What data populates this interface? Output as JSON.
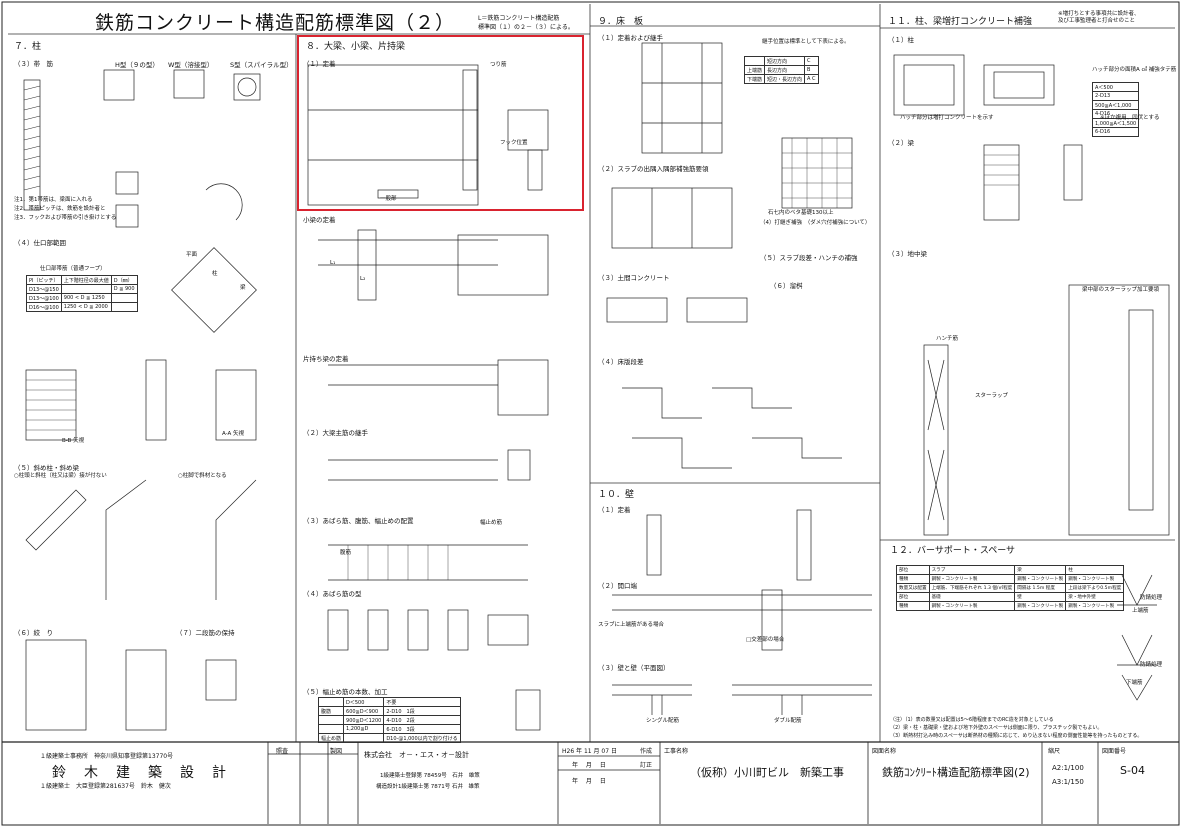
{
  "title": "鉄筋コンクリート構造配筋標準図（２）",
  "title_note": [
    "L＝鉄筋コンクリート構造配筋",
    "標準図（１）の２－（３）による。"
  ],
  "top_right_note": [
    "※増打ちとする事項共に設計者、",
    "及び工事監理者と打合せのこと"
  ],
  "sections": {
    "s7": {
      "title": "７．柱",
      "items": [
        "（３）帯　筋",
        "H型（９の型）",
        "W型（溶接型）",
        "S型（スパイラル型）",
        "（４）仕口部範囲",
        "（５）斜め柱・斜め梁",
        "（６）絞　り",
        "（７）二段筋の保持"
      ],
      "notes": [
        "注1．第1帯筋は、梁面に入れる",
        "注2．帯筋ピッチは、鉄筋を設計者と",
        "注3．フックおよび帯筋の引き掛けとする"
      ],
      "table_caption": "仕口部帯筋（普通フープ）",
      "table": [
        [
          "PI（ピッチ）",
          "上下階柱径の最大値",
          "D（㎜）"
        ],
        [
          "D13～@150",
          "",
          "D ≦ 900"
        ],
        [
          "D13～@100",
          "900 < D ≦ 1250",
          ""
        ],
        [
          "D16～@100",
          "1250 < D ≦ 2000",
          ""
        ]
      ],
      "labels": [
        "第1帯筋",
        "フック",
        "柱",
        "梁",
        "平面",
        "B-B 矢視",
        "A-A 矢視",
        "○柱頭と斜柱（柱又は梁）接が付ない",
        "○柱脚で斜材となる"
      ]
    },
    "s8": {
      "title": "８．大梁、小梁、片持梁",
      "items": [
        "（１）定着",
        "（２）大梁主筋の継手",
        "（３）あばら筋、腹筋、幅止めの配置",
        "（４）あばら筋の型",
        "（５）幅止め筋の本数、加工"
      ],
      "labels": [
        "小梁の定着",
        "片持ち梁の定着",
        "つり筋",
        "一般部",
        "フック位置",
        "L₁",
        "L₂",
        "幅止め筋",
        "腹筋"
      ],
      "table": [
        [
          "",
          "D＜500",
          "不要"
        ],
        [
          "腹筋",
          "600≦D＜900",
          "2-D10　1段"
        ],
        [
          "",
          "900≦D＜1200",
          "4-D10　2段"
        ],
        [
          "",
          "1,200≦D",
          "6-D10　3段"
        ],
        [
          "幅止め筋",
          "",
          "D10-@1,000以内で割り付ける"
        ]
      ]
    },
    "s9": {
      "title": "９．床　板",
      "items": [
        "（１）定着および継手",
        "（２）スラブの出隅入隅部補強筋要領",
        "（３）土間コンクリート",
        "（４）床版段差",
        "（５）スラブ段差・ハンチの補強",
        "（６）溜桝"
      ],
      "table": [
        [
          "",
          "短辺方向",
          "C"
        ],
        [
          "上端筋",
          "長辺方向",
          "B"
        ],
        [
          "下端筋",
          "短辺・長辺方向",
          "A C"
        ]
      ],
      "table_caption": "継手位置は標準として下表による。",
      "notes": [
        "石七内のベタ基礎130以上",
        "（4）打継ぎ補強　（ダメ穴付補強について）"
      ]
    },
    "s10": {
      "title": "１０．壁",
      "items": [
        "（１）定着",
        "（２）開口端",
        "（３）壁と壁（平面図）"
      ],
      "labels": [
        "スラブに上端筋がある場合",
        "シングル配筋",
        "ダブル配筋",
        "□交差部の場合"
      ]
    },
    "s11": {
      "title": "１１．柱、梁増打コンクリート補強",
      "items": [
        "（１）柱",
        "（２）梁",
        "（３）地中梁"
      ],
      "table_caption": "ハッチ部分の面積A ㎠ 補強タテ筋",
      "table": [
        [
          "A＜500",
          "2-D13"
        ],
        [
          "500≦A＜1,000",
          "4-D16"
        ],
        [
          "1,000≦A＜1,500",
          "6-D16"
        ]
      ],
      "labels": [
        "ハッチ部分は増打コンクリートを示す",
        "※ほか複用、同伏とする",
        "梁中部のスターラップ加工要領",
        "ハンチ筋",
        "スターラップ"
      ]
    },
    "s12": {
      "title": "１２．バーサポート・スペーサ",
      "table": [
        [
          "部位",
          "スラブ",
          "梁",
          "柱"
        ],
        [
          "種類",
          "鋼製・コンクリート製",
          "鋼製・コンクリート製",
          "鋼製・コンクリート製"
        ],
        [
          "数量又は配置",
          "上端筋、下端筋それぞれ 1.3 個/㎡程度",
          "間隔は 1.5m 程度",
          "上段は梁下より0.5m程度"
        ],
        [
          "部位",
          "基礎",
          "壁",
          "梁・地中外壁"
        ],
        [
          "種類",
          "鋼製・コンクリート製",
          "鋼製・コンクリート製",
          "鋼製・コンクリート製"
        ]
      ],
      "notes": [
        "（注）（1）表の数量又は配置は5～6階程度までのRC造を対象としている",
        "（2）梁・柱・基礎梁・壁および地下外壁のスペーサは側面に限り、プラスチック製でもよい。",
        "（3）断熱材打込み時のスペーサは断熱材の種類に応じて、めり込まない程度の側面性能等を持ったものとする。"
      ],
      "labels": [
        "上端筋",
        "防錆処理",
        "下端筋",
        "防錆処理"
      ]
    }
  },
  "title_block": {
    "office_line": "１級建築士事務所　神奈川県知事登録第13770号",
    "office_name": "鈴　木　建　築　設　計",
    "architect": "１級建築士　大臣登録第281637号　鈴木　健次",
    "check_labels": [
      "照査",
      "製図"
    ],
    "company": "株式会社　オ－・エス・オ－設計",
    "company_line1": "1級建築士登録第 78459号　石井　雄策",
    "company_line2": "構造設計1級建築士第 7871号 石井　雄策",
    "date": "H26 年 11 月 07 日",
    "date_rows": [
      "年　 月　 日",
      "年　 月　 日"
    ],
    "made_label": "作成",
    "revise_label": "訂正",
    "work_name_label": "工事名称",
    "work_name": "（仮称）小川町ビル　新築工事",
    "drawing_name_label": "図面名称",
    "drawing_name": "鉄筋ｺﾝｸﾘｰﾄ構造配筋標準図(2)",
    "scale_label": "縮尺",
    "scale_a2": "A2:1/100",
    "scale_a3": "A3:1/150",
    "drawing_no_label": "図面番号",
    "drawing_no": "S-04"
  },
  "colors": {
    "highlight": "#d9232f",
    "line": "#222222"
  }
}
